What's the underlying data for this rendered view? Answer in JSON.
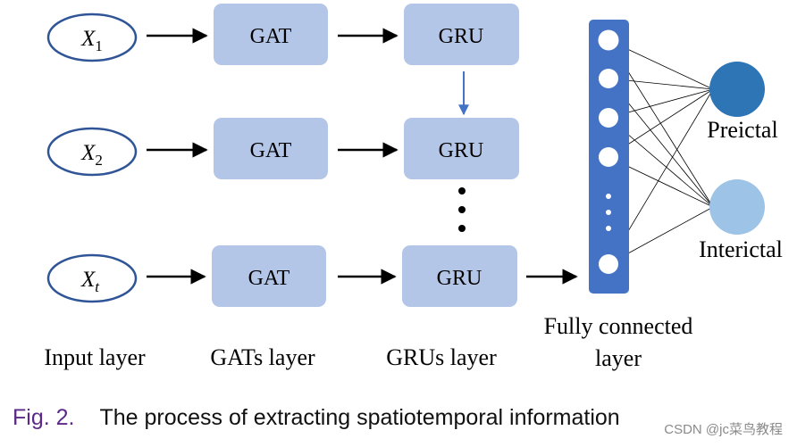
{
  "inputs": [
    {
      "base": "X",
      "sub": "1"
    },
    {
      "base": "X",
      "sub": "2"
    },
    {
      "base": "X",
      "sub": "t"
    }
  ],
  "gat_label": "GAT",
  "gru_label": "GRU",
  "ellipsis": "⋮",
  "outputs": {
    "preictal": "Preictal",
    "interictal": "Interictal"
  },
  "layer_labels": {
    "input": "Input layer",
    "gats": "GATs layer",
    "grus": "GRUs layer",
    "fc_line1": "Fully connected",
    "fc_line2": "layer"
  },
  "caption": {
    "fig": "Fig. 2.",
    "text": "The process of extracting spatiotemporal information"
  },
  "watermark": "CSDN @jc菜鸟教程",
  "colors": {
    "box_fill": "#b4c6e7",
    "fc_bar": "#4472c4",
    "preictal": "#2e75b6",
    "interictal": "#9dc3e6",
    "ellipse_stroke": "#2f5597",
    "caption_fig": "#5a2a88"
  }
}
